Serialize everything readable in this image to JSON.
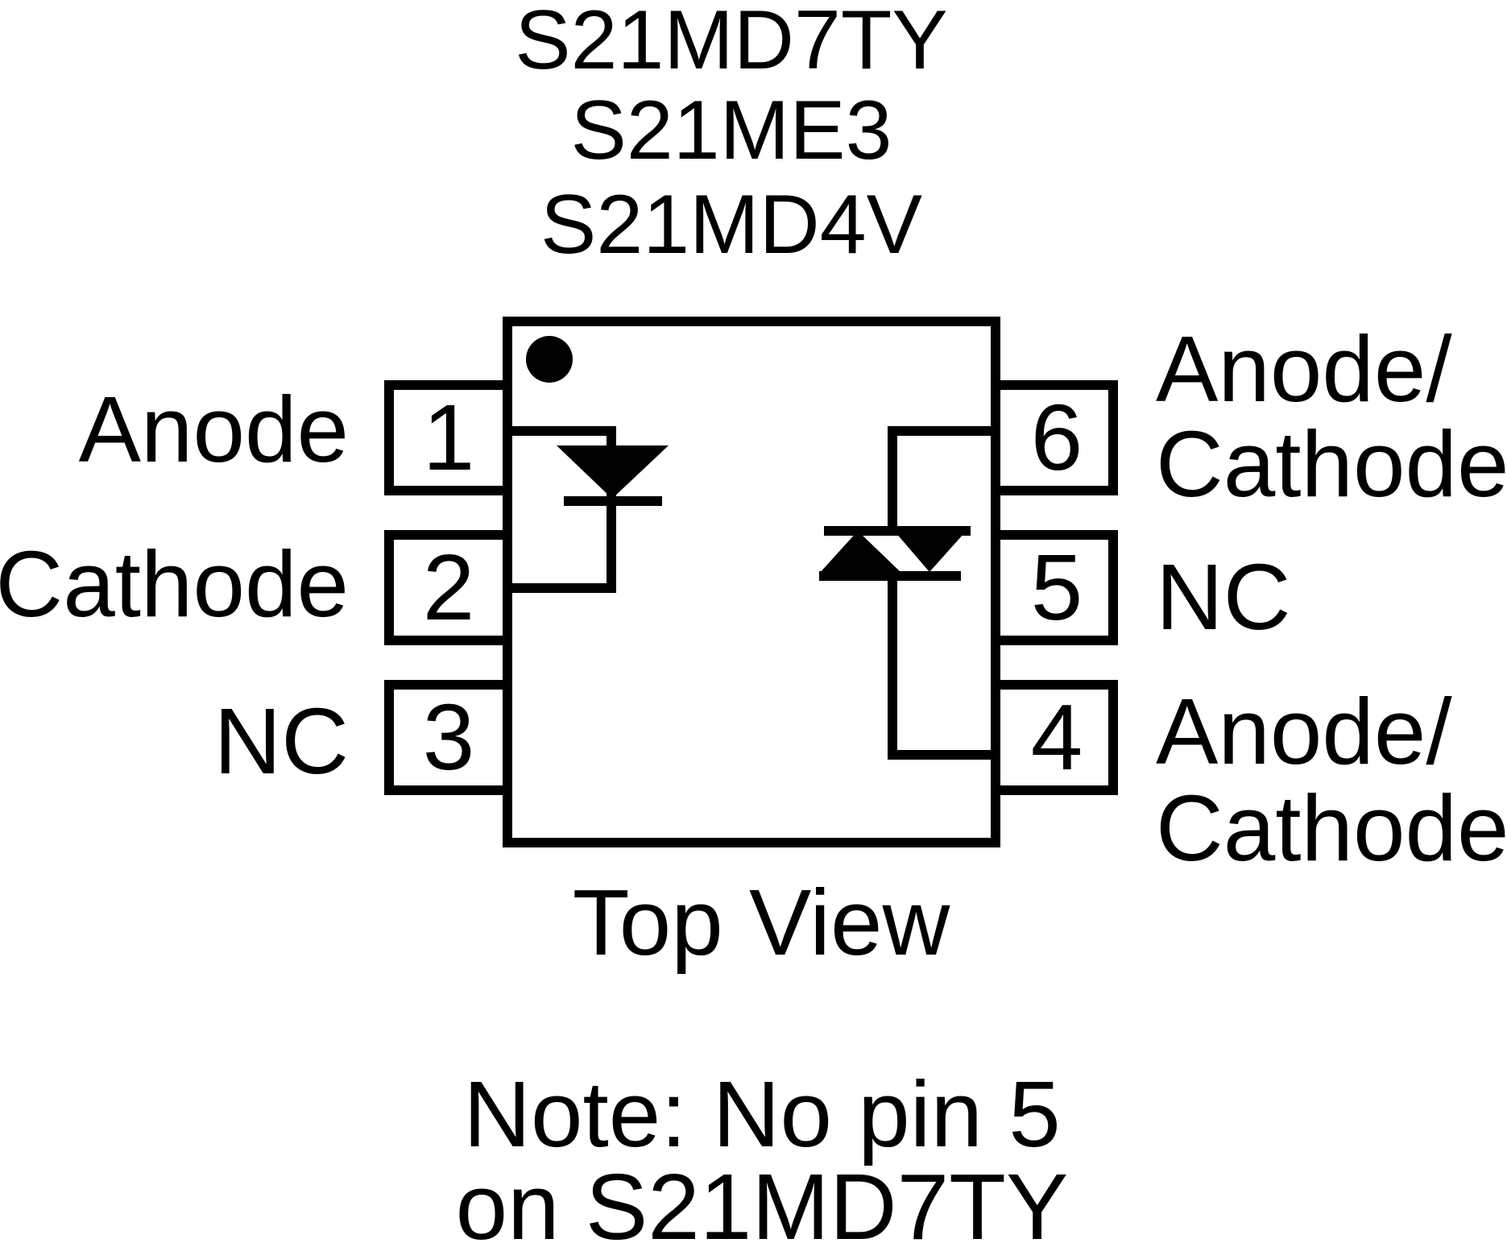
{
  "title": {
    "lines": [
      "S21MD7TY",
      "S21ME3",
      "S21MD4V"
    ]
  },
  "package": {
    "caption": "Top View",
    "pins_left": [
      {
        "number": "1",
        "label": "Anode"
      },
      {
        "number": "2",
        "label": "Cathode"
      },
      {
        "number": "3",
        "label": "NC"
      }
    ],
    "pins_right": [
      {
        "number": "6",
        "label_lines": [
          "Anode/",
          "Cathode"
        ]
      },
      {
        "number": "5",
        "label_lines": [
          "NC"
        ]
      },
      {
        "number": "4",
        "label_lines": [
          "Anode/",
          "Cathode"
        ]
      }
    ],
    "symbols": [
      "led-diode",
      "triac"
    ]
  },
  "note": {
    "lines": [
      "Note: No pin 5",
      "on S21MD7TY"
    ]
  },
  "colors": {
    "ink": "#000000",
    "background": "#ffffff"
  }
}
